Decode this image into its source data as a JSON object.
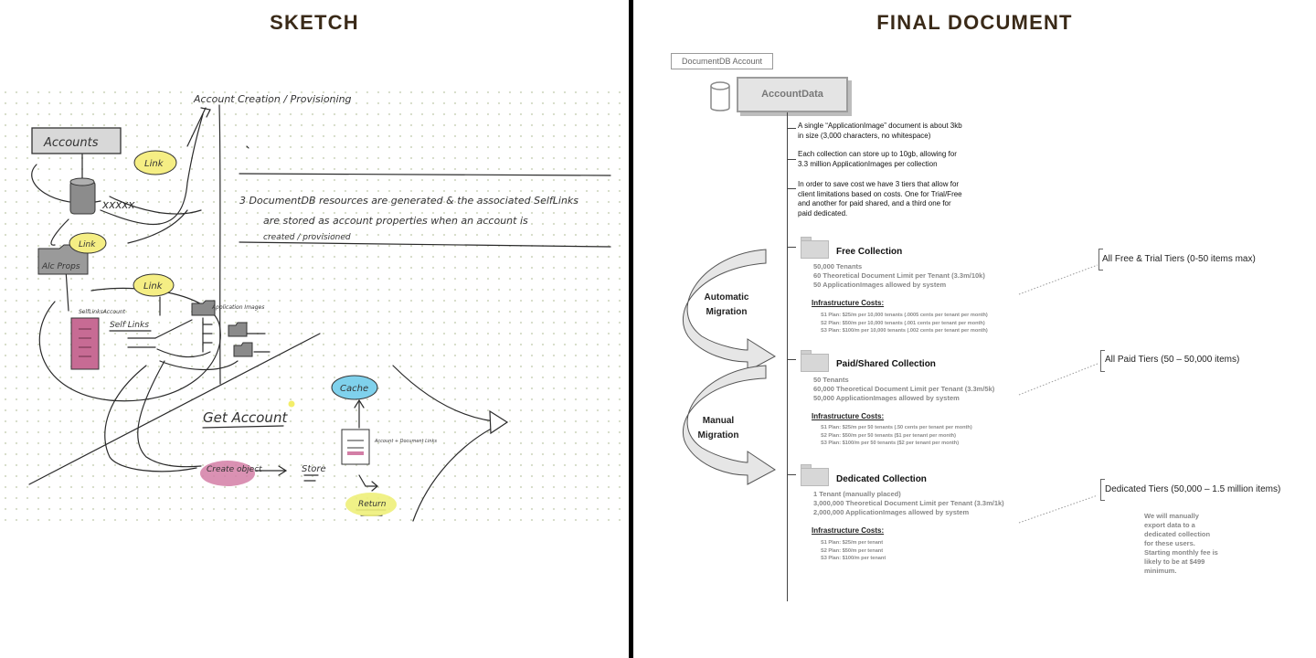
{
  "sketch": {
    "title": "SKETCH",
    "labels": {
      "accounts": "Accounts",
      "xxxxx": "xxxxx",
      "account_creation": "Account Creation / Provisioning",
      "link1": "Link",
      "link2": "Link",
      "link3": "Link",
      "alc_props": "Alc Props",
      "note_line1": "3 DocumentDB resources are generated & the associated SelfLinks",
      "note_line2": "are stored as account properties when an account is",
      "note_line3": "created / provisioned",
      "self_links_db": "SelfLinksAccount",
      "self_links": "Self Links",
      "application_images": "Application Images",
      "get_account": "Get Account",
      "cache": "Cache",
      "create_object": "Create object",
      "store": "Store",
      "account_doc_links": "Account + Document Links",
      "return": "Return"
    }
  },
  "final": {
    "title": "FINAL DOCUMENT",
    "account_label": "DocumentDB Account",
    "account_data": "AccountData",
    "notes": [
      "A single “ApplicationImage” document is about 3kb in size (3,000 characters, no whitespace)",
      "Each collection can store up to 10gb, allowing for 3.3 million ApplicationImages per collection",
      "In order to save cost we have 3 tiers that allow for client limitations based on costs. One for Trial/Free and another for paid shared, and a third one for paid dedicated."
    ],
    "collections": [
      {
        "name": "Free Collection",
        "info": [
          "50,000 Tenants",
          "60 Theoretical Document Limit per Tenant (3.3m/10k)",
          "50 ApplicationImages allowed by system"
        ],
        "infra_label": "Infrastructure Costs:",
        "plans": [
          "S1 Plan: $25/m per 10,000 tenants (.0005 cents per tenant per month)",
          "S2 Plan: $50/m per 10,000 tenants (.001  cents per tenant per month)",
          "S3 Plan: $100/m per 10,000 tenants (.002 cents per tenant per month)"
        ],
        "tier": "All Free & Trial Tiers (0-50 items max)"
      },
      {
        "name": "Paid/Shared Collection",
        "info": [
          "50 Tenants",
          "60,000 Theoretical Document Limit per Tenant (3.3m/5k)",
          "50,000 ApplicationImages allowed by system"
        ],
        "infra_label": "Infrastructure Costs:",
        "plans": [
          "S1 Plan: $25/m per 50 tenants (.50 cents per tenant per month)",
          "S2 Plan: $50/m per 50 tenants ($1 per tenant per month)",
          "S3 Plan: $100/m per 50 tenants ($2 per tenant per month)"
        ],
        "tier": "All Paid Tiers (50 – 50,000 items)"
      },
      {
        "name": "Dedicated Collection",
        "info": [
          "1 Tenant (manually placed)",
          "3,000,000 Theoretical Document Limit per Tenant (3.3m/1k)",
          "2,000,000 ApplicationImages allowed by system"
        ],
        "infra_label": "Infrastructure Costs:",
        "plans": [
          "S1 Plan: $25/m per tenant",
          "S2 Plan: $50/m per tenant",
          "S3 Plan: $100/m per tenant"
        ],
        "tier": "Dedicated Tiers (50,000 – 1.5 million items)"
      }
    ],
    "dedicated_note": "We will manually export data to a dedicated collection for these users. Starting monthly fee is likely to be at $499 minimum.",
    "migrations": {
      "automatic": "Automatic Migration",
      "manual": "Manual Migration"
    }
  }
}
